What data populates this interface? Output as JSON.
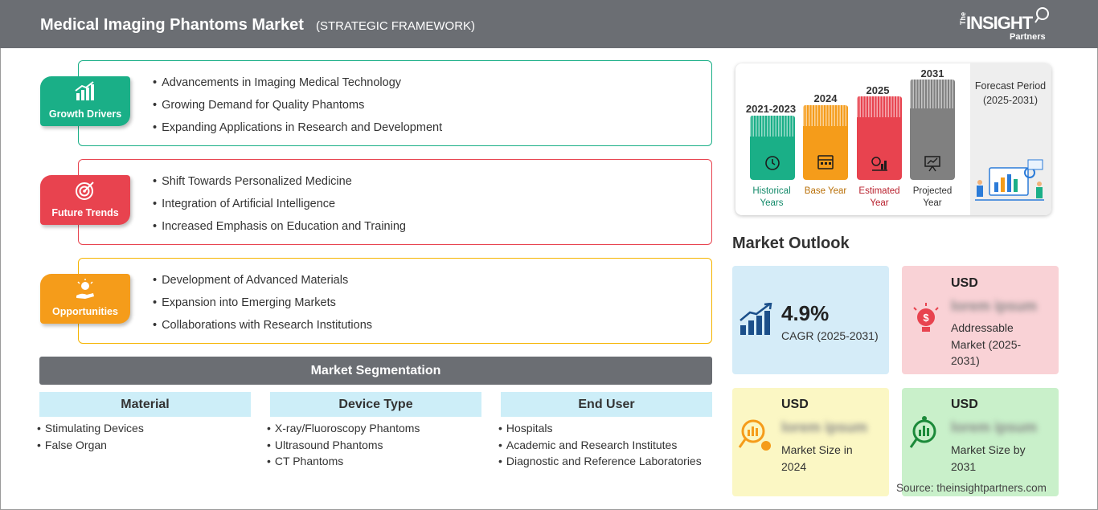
{
  "header": {
    "title": "Medical Imaging Phantoms Market",
    "subtitle": "(STRATEGIC FRAMEWORK)",
    "logo": {
      "the": "The",
      "insight": "INSIGHT",
      "partners": "Partners"
    }
  },
  "framework": [
    {
      "badge": "Growth Drivers",
      "icon": "bar-chart-growth-icon",
      "color": "#1aaf87",
      "items": [
        "Advancements in Imaging Medical Technology",
        "Growing Demand for Quality Phantoms",
        "Expanding Applications in Research and Development"
      ]
    },
    {
      "badge": "Future Trends",
      "icon": "target-icon",
      "color": "#e8434f",
      "items": [
        "Shift Towards Personalized Medicine",
        "Integration of Artificial Intelligence",
        "Increased Emphasis on Education and Training"
      ]
    },
    {
      "badge": "Opportunities",
      "icon": "lightbulb-hand-icon",
      "color": "#f59c1a",
      "items": [
        "Development of Advanced Materials",
        "Expansion into Emerging Markets",
        "Collaborations with Research Institutions"
      ]
    }
  ],
  "segmentation": {
    "title": "Market Segmentation",
    "columns": [
      {
        "heading": "Material",
        "items": [
          "Stimulating Devices",
          "False Organ"
        ]
      },
      {
        "heading": "Device Type",
        "items": [
          "X-ray/Fluoroscopy Phantoms",
          "Ultrasound Phantoms",
          "CT Phantoms"
        ]
      },
      {
        "heading": "End User",
        "items": [
          "Hospitals",
          "Academic and Research Institutes",
          "Diagnostic and Reference Laboratories"
        ]
      }
    ]
  },
  "timeline": {
    "bars": [
      {
        "year": "2021-2023",
        "caption": "Historical Years",
        "color": "#1aaf87",
        "year_color": "#138a6a",
        "icon": "history-clock-icon"
      },
      {
        "year": "2024",
        "caption": "Base Year",
        "color": "#f59c1a",
        "year_color": "#b97008",
        "icon": "calendar-icon"
      },
      {
        "year": "2025",
        "caption": "Estimated Year",
        "color": "#e8434f",
        "year_color": "#b8202d",
        "icon": "gear-chart-icon"
      },
      {
        "year": "2031",
        "caption": "Projected Year",
        "color": "#808080",
        "year_color": "#333333",
        "icon": "presentation-board-icon"
      }
    ],
    "forecast": {
      "label": "Forecast Period",
      "range": "(2025-2031)"
    }
  },
  "outlook": {
    "title": "Market Outlook",
    "cagr": {
      "value": "4.9%",
      "label": "CAGR (2025-2031)",
      "color": "#d5ecf8"
    },
    "addressable": {
      "currency": "USD",
      "value": "lorem ipsum",
      "label": "Addressable Market (2025-2031)",
      "color": "#f9d2d6"
    },
    "size2024": {
      "currency": "USD",
      "value": "lorem ipsum",
      "label": "Market Size in 2024",
      "color": "#fbf7c4"
    },
    "size2031": {
      "currency": "USD",
      "value": "lorem ipsum",
      "label": "Market Size by 2031",
      "color": "#c9f0ca"
    }
  },
  "source": "Source: theinsightpartners.com"
}
